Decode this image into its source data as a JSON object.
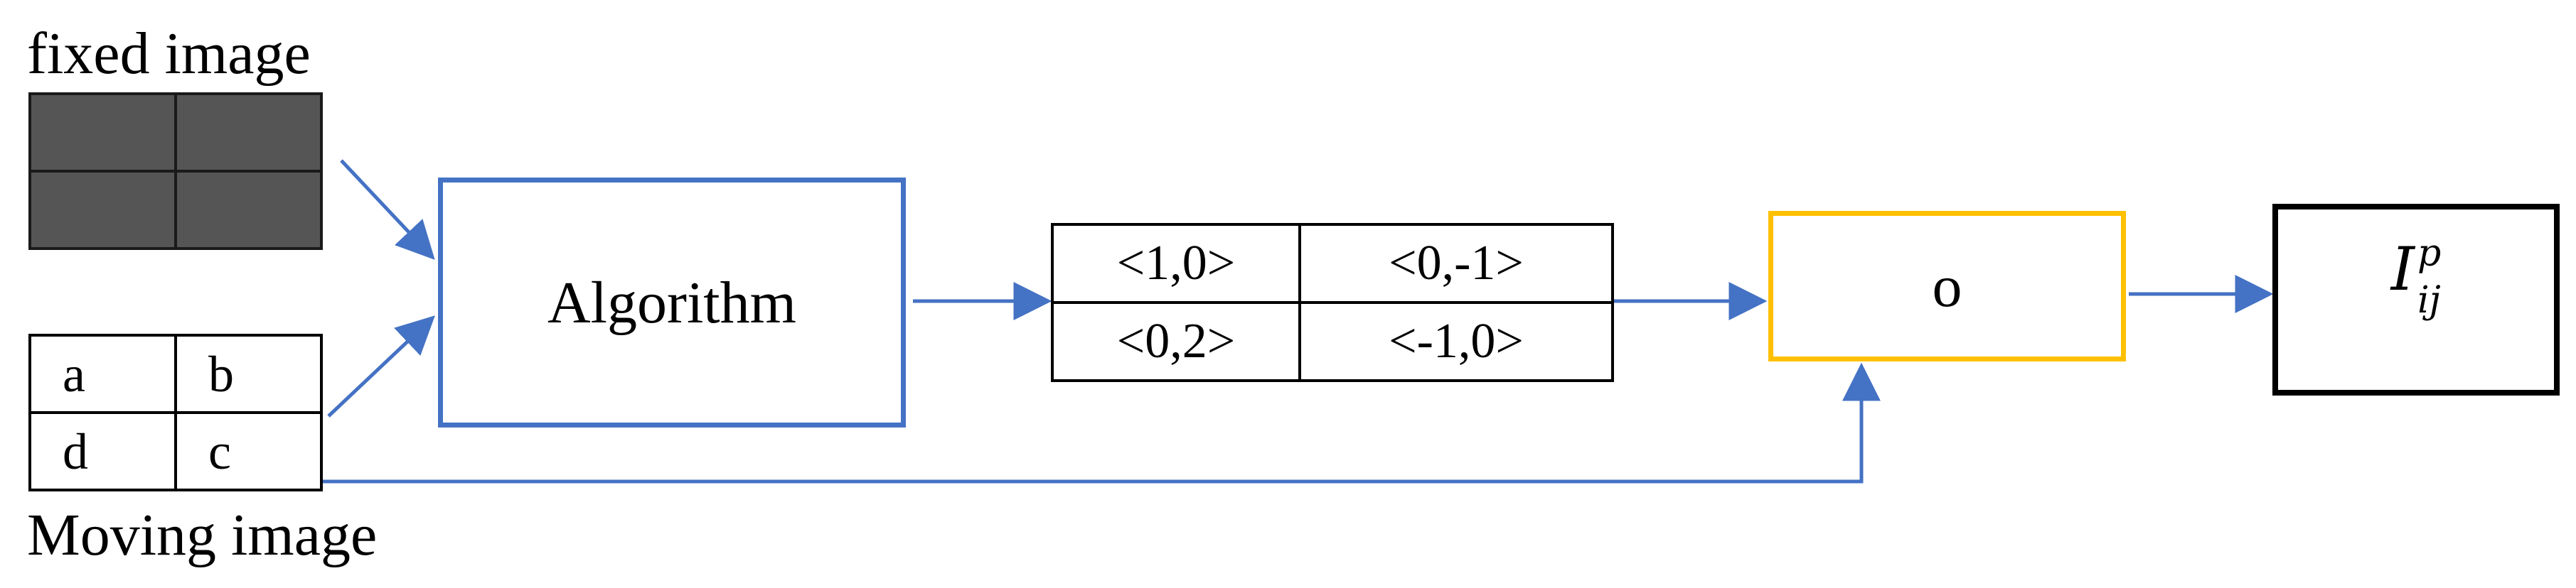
{
  "fixed_image": {
    "label": "fixed image"
  },
  "moving_image": {
    "label": "Moving image",
    "cells": [
      "a",
      "b",
      "d",
      "c"
    ]
  },
  "algorithm": {
    "label": "Algorithm"
  },
  "vector_table": {
    "cells": [
      "<1,0>",
      "<0,-1>",
      "<0,2>",
      "<-1,0>"
    ]
  },
  "operator": {
    "label": "o"
  },
  "output": {
    "base": "I",
    "superscript": "p",
    "subscript": "ij"
  },
  "colors": {
    "arrow": "#4472C4",
    "algorithm_border": "#4472C4",
    "operator_border": "#FFC000",
    "fixed_cell_fill": "#555555",
    "output_border": "#000000"
  }
}
